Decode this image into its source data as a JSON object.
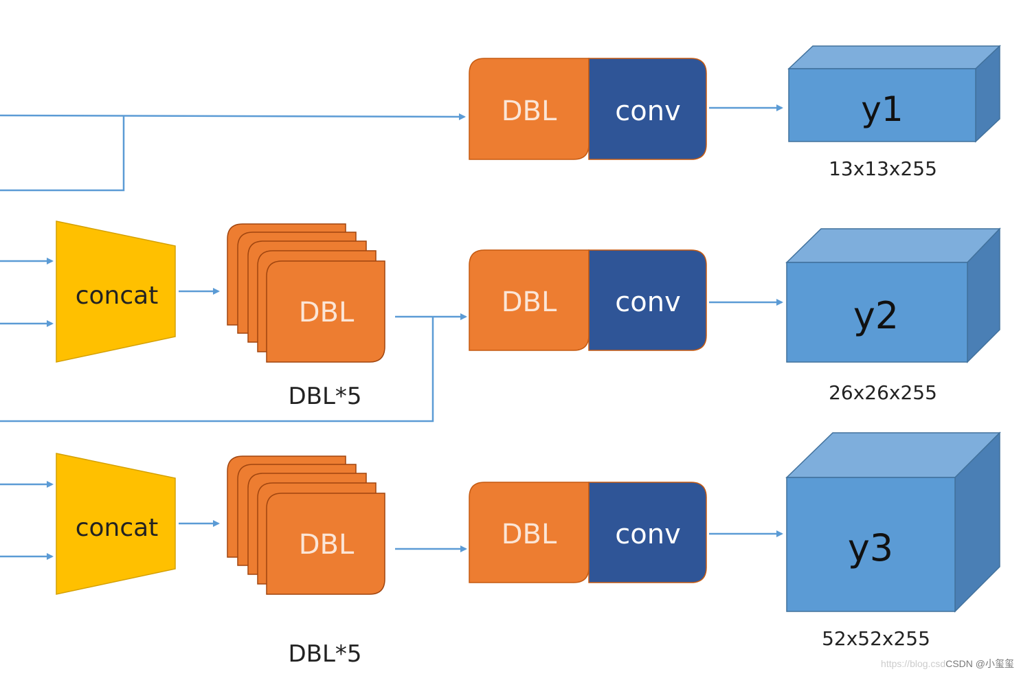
{
  "colors": {
    "dbl": "#ED7D31",
    "conv": "#2F5597",
    "concat": "#FFC000",
    "cube": "#5B9BD5",
    "arrow": "#5B9BD5"
  },
  "blocks": {
    "dbl": "DBL",
    "conv": "conv",
    "concat": "concat",
    "dbl_stack_label": "DBL*5"
  },
  "outputs": [
    {
      "name": "y1",
      "shape": "13x13x255"
    },
    {
      "name": "y2",
      "shape": "26x26x255"
    },
    {
      "name": "y3",
      "shape": "52x52x255"
    }
  ],
  "watermark": {
    "url": "https://blog.csd",
    "author": "CSDN @小玺玺"
  }
}
